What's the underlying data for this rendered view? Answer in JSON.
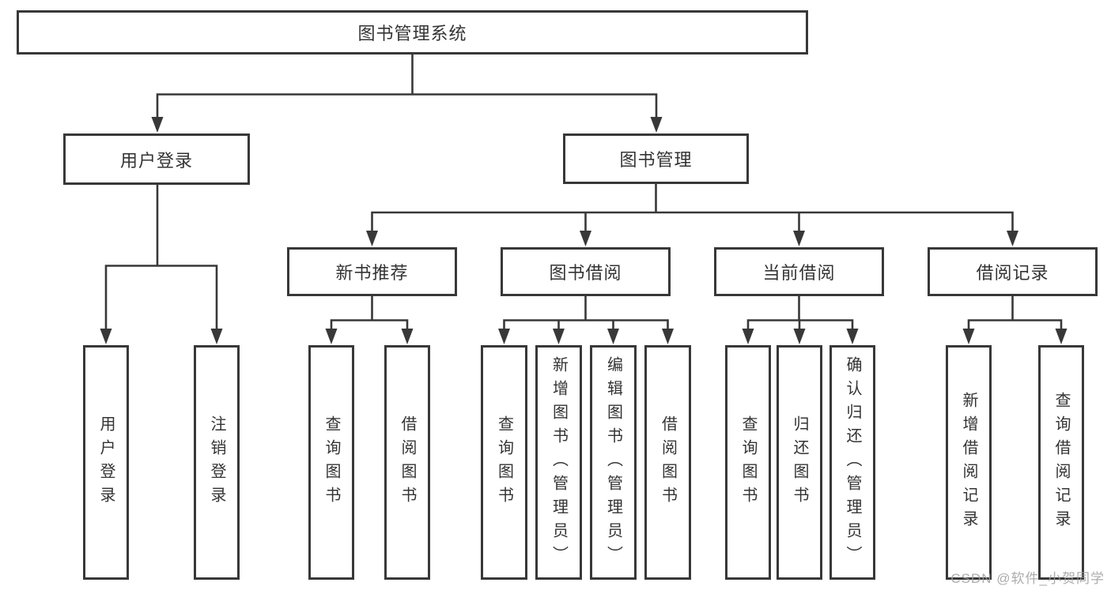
{
  "tree": {
    "root": {
      "label": "图书管理系统"
    },
    "branches": [
      {
        "label": "用户登录",
        "children": [
          {
            "label": "用户登录"
          },
          {
            "label": "注销登录"
          }
        ]
      },
      {
        "label": "图书管理",
        "groups": [
          {
            "label": "新书推荐",
            "children": [
              {
                "label": "查询图书"
              },
              {
                "label": "借阅图书"
              }
            ]
          },
          {
            "label": "图书借阅",
            "children": [
              {
                "label": "查询图书"
              },
              {
                "label": "新增图书（管理员）"
              },
              {
                "label": "编辑图书（管理员）"
              },
              {
                "label": "借阅图书"
              }
            ]
          },
          {
            "label": "当前借阅",
            "children": [
              {
                "label": "查询图书"
              },
              {
                "label": "归还图书"
              },
              {
                "label": "确认归还（管理员）"
              }
            ]
          },
          {
            "label": "借阅记录",
            "children": [
              {
                "label": "新增借阅记录"
              },
              {
                "label": "查询借阅记录"
              }
            ]
          }
        ]
      }
    ]
  },
  "watermark": {
    "text": "CSDN @软件_小贺同学"
  },
  "colors": {
    "line": "#383838",
    "text": "#333333",
    "watermark": "#9e9e9e"
  }
}
